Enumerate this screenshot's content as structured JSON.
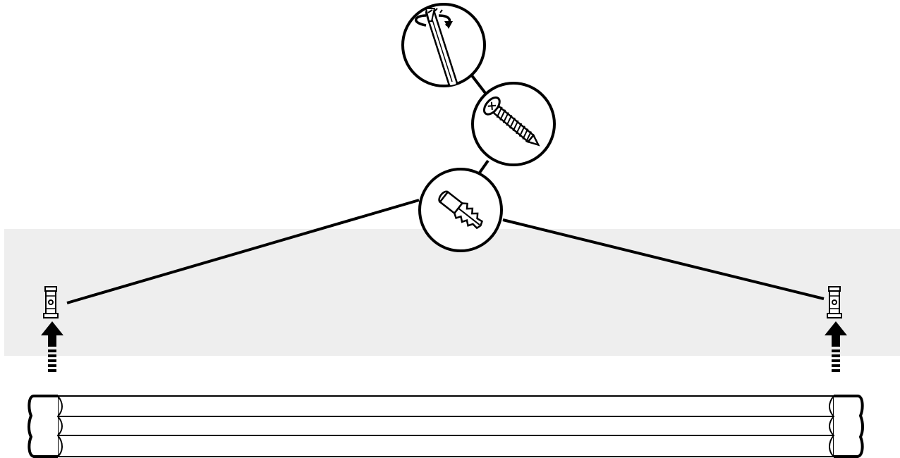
{
  "diagram": {
    "type": "installation-instruction",
    "steps": [
      {
        "id": "drill",
        "icon": "screwdriver-rotate-icon"
      },
      {
        "id": "screw",
        "icon": "screw-icon"
      },
      {
        "id": "plug",
        "icon": "wall-plug-icon"
      }
    ],
    "components": [
      "bracket-left-icon",
      "bracket-right-icon",
      "blind-rail-icon"
    ],
    "colors": {
      "wall": "#eeeeee",
      "stroke": "#000000",
      "fill": "#ffffff",
      "metal": "#d9d9d9"
    }
  }
}
